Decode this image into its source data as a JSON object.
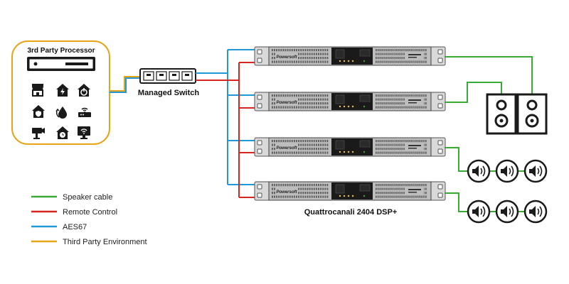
{
  "processor": {
    "title": "3rd Party Processor"
  },
  "switch": {
    "label": "Managed Switch"
  },
  "amplifier": {
    "label": "Quattrocanali 2404 DSP+",
    "brand": "Powersoft"
  },
  "legend": [
    {
      "label": "Speaker cable",
      "color": "#3aa935"
    },
    {
      "label": "Remote Control",
      "color": "#d7261e"
    },
    {
      "label": "AES67",
      "color": "#1f9ad6"
    },
    {
      "label": "Third Party Environment",
      "color": "#e8a317"
    }
  ],
  "colors": {
    "speaker": "#3aa935",
    "remote": "#d7261e",
    "aes67": "#1f9ad6",
    "third_party": "#e8a317",
    "device_dark": "#1a1a1a",
    "chassis": "#c8c8c8"
  },
  "icons": [
    "store-icon",
    "home-bolt-icon",
    "home-power-icon",
    "home-shield-icon",
    "water-drop-icon",
    "router-icon",
    "camera-icon",
    "home-clock-icon",
    "tv-wifi-icon"
  ]
}
